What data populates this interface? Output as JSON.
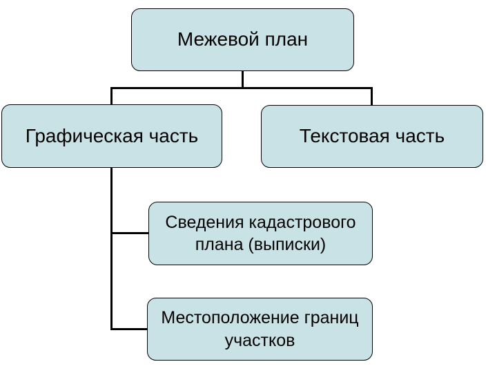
{
  "diagram": {
    "type": "tree-flowchart",
    "background_color": "#ffffff",
    "node_fill_color": "#c8e2e6",
    "node_border_color": "#000000",
    "connector_color": "#000000",
    "nodes": {
      "root": {
        "label": "Межевой план"
      },
      "graphic_part": {
        "label": "Графическая часть"
      },
      "text_part": {
        "label": "Текстовая часть"
      },
      "cadastral_info": {
        "label": "Сведения кадастрового плана (выписки)"
      },
      "boundaries": {
        "label": "Местоположение границ участков"
      }
    },
    "edges": [
      {
        "from": "root",
        "to": "graphic_part"
      },
      {
        "from": "root",
        "to": "text_part"
      },
      {
        "from": "graphic_part",
        "to": "cadastral_info"
      },
      {
        "from": "graphic_part",
        "to": "boundaries"
      }
    ]
  }
}
